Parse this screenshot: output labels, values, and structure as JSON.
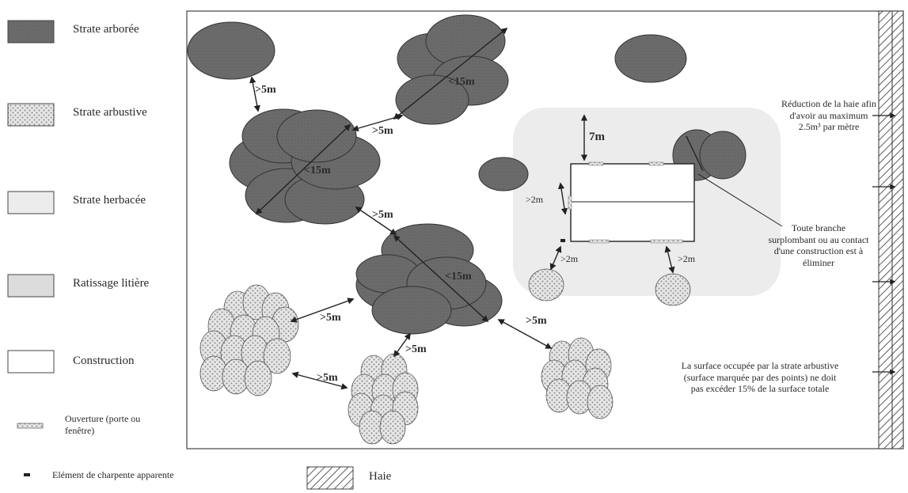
{
  "legend": {
    "tree_stratum": "Strate arborée",
    "shrub_stratum": "Strate arbustive",
    "herb_stratum": "Strate herbacée",
    "litter_raking": "Ratissage litière",
    "construction": "Construction",
    "opening": "Ouverture (porte ou fenêtre)",
    "exposed_frame": "Elément de charpente  apparente",
    "hedge": "Haie"
  },
  "distances": {
    "gt5": ">5m",
    "lt15": "<15m",
    "m7": "7m",
    "gt2": ">2m"
  },
  "notes": {
    "hedge_reduction": "Réduction de la haie afin d'avoir au maximum 2.5m³ par mètre",
    "branches": "Toute branche surplombant ou au contact d'une construction est à éliminer",
    "shrub_surface": "La surface occupée par la strate arbustive (surface marquée par des points) ne doit pas excéder 15% de la surface totale"
  },
  "colors": {
    "tree": "#6b6b6b",
    "herb": "#ececec",
    "litter": "#dcdcdc",
    "line": "#222222"
  }
}
